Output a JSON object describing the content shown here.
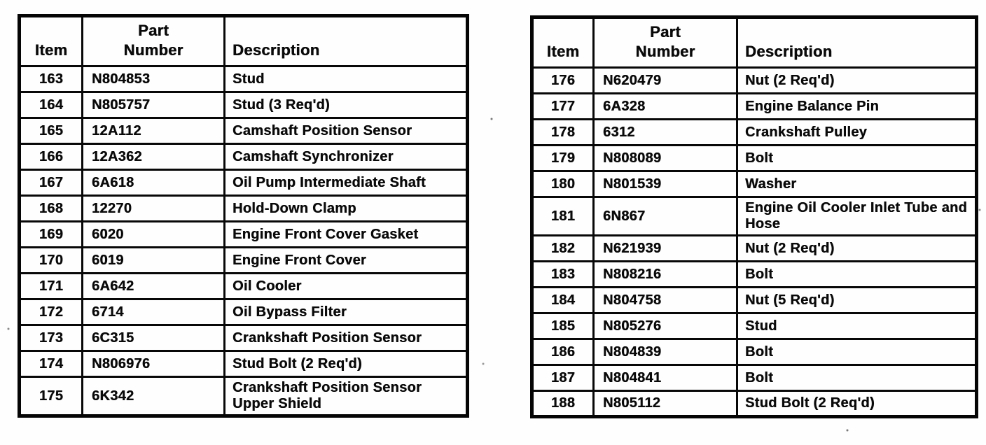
{
  "page": {
    "background_color": "#ffffff",
    "text_color": "#0a0a0a",
    "border_color": "#050505"
  },
  "tables": [
    {
      "name": "parts-table-items-163-175",
      "headers": {
        "item": "Item",
        "part_number": "Part\nNumber",
        "description": "Description"
      },
      "rows": [
        {
          "item": "163",
          "part_number": "N804853",
          "description": "Stud"
        },
        {
          "item": "164",
          "part_number": "N805757",
          "description": "Stud (3 Req'd)"
        },
        {
          "item": "165",
          "part_number": "12A112",
          "description": "Camshaft Position Sensor"
        },
        {
          "item": "166",
          "part_number": "12A362",
          "description": "Camshaft Synchronizer"
        },
        {
          "item": "167",
          "part_number": "6A618",
          "description": "Oil Pump Intermediate Shaft"
        },
        {
          "item": "168",
          "part_number": "12270",
          "description": "Hold-Down Clamp"
        },
        {
          "item": "169",
          "part_number": "6020",
          "description": "Engine Front Cover Gasket"
        },
        {
          "item": "170",
          "part_number": "6019",
          "description": "Engine Front Cover"
        },
        {
          "item": "171",
          "part_number": "6A642",
          "description": "Oil Cooler"
        },
        {
          "item": "172",
          "part_number": "6714",
          "description": "Oil Bypass Filter"
        },
        {
          "item": "173",
          "part_number": "6C315",
          "description": "Crankshaft Position Sensor"
        },
        {
          "item": "174",
          "part_number": "N806976",
          "description": "Stud Bolt (2 Req'd)"
        },
        {
          "item": "175",
          "part_number": "6K342",
          "description": "Crankshaft Position Sensor Upper Shield"
        }
      ]
    },
    {
      "name": "parts-table-items-176-188",
      "headers": {
        "item": "Item",
        "part_number": "Part\nNumber",
        "description": "Description"
      },
      "rows": [
        {
          "item": "176",
          "part_number": "N620479",
          "description": "Nut (2 Req'd)"
        },
        {
          "item": "177",
          "part_number": "6A328",
          "description": "Engine Balance Pin"
        },
        {
          "item": "178",
          "part_number": "6312",
          "description": "Crankshaft Pulley"
        },
        {
          "item": "179",
          "part_number": "N808089",
          "description": "Bolt"
        },
        {
          "item": "180",
          "part_number": "N801539",
          "description": "Washer"
        },
        {
          "item": "181",
          "part_number": "6N867",
          "description": "Engine Oil Cooler Inlet Tube and Hose"
        },
        {
          "item": "182",
          "part_number": "N621939",
          "description": "Nut (2 Req'd)"
        },
        {
          "item": "183",
          "part_number": "N808216",
          "description": "Bolt"
        },
        {
          "item": "184",
          "part_number": "N804758",
          "description": "Nut (5 Req'd)"
        },
        {
          "item": "185",
          "part_number": "N805276",
          "description": "Stud"
        },
        {
          "item": "186",
          "part_number": "N804839",
          "description": "Bolt"
        },
        {
          "item": "187",
          "part_number": "N804841",
          "description": "Bolt"
        },
        {
          "item": "188",
          "part_number": "N805112",
          "description": "Stud Bolt (2 Req'd)"
        }
      ]
    }
  ]
}
